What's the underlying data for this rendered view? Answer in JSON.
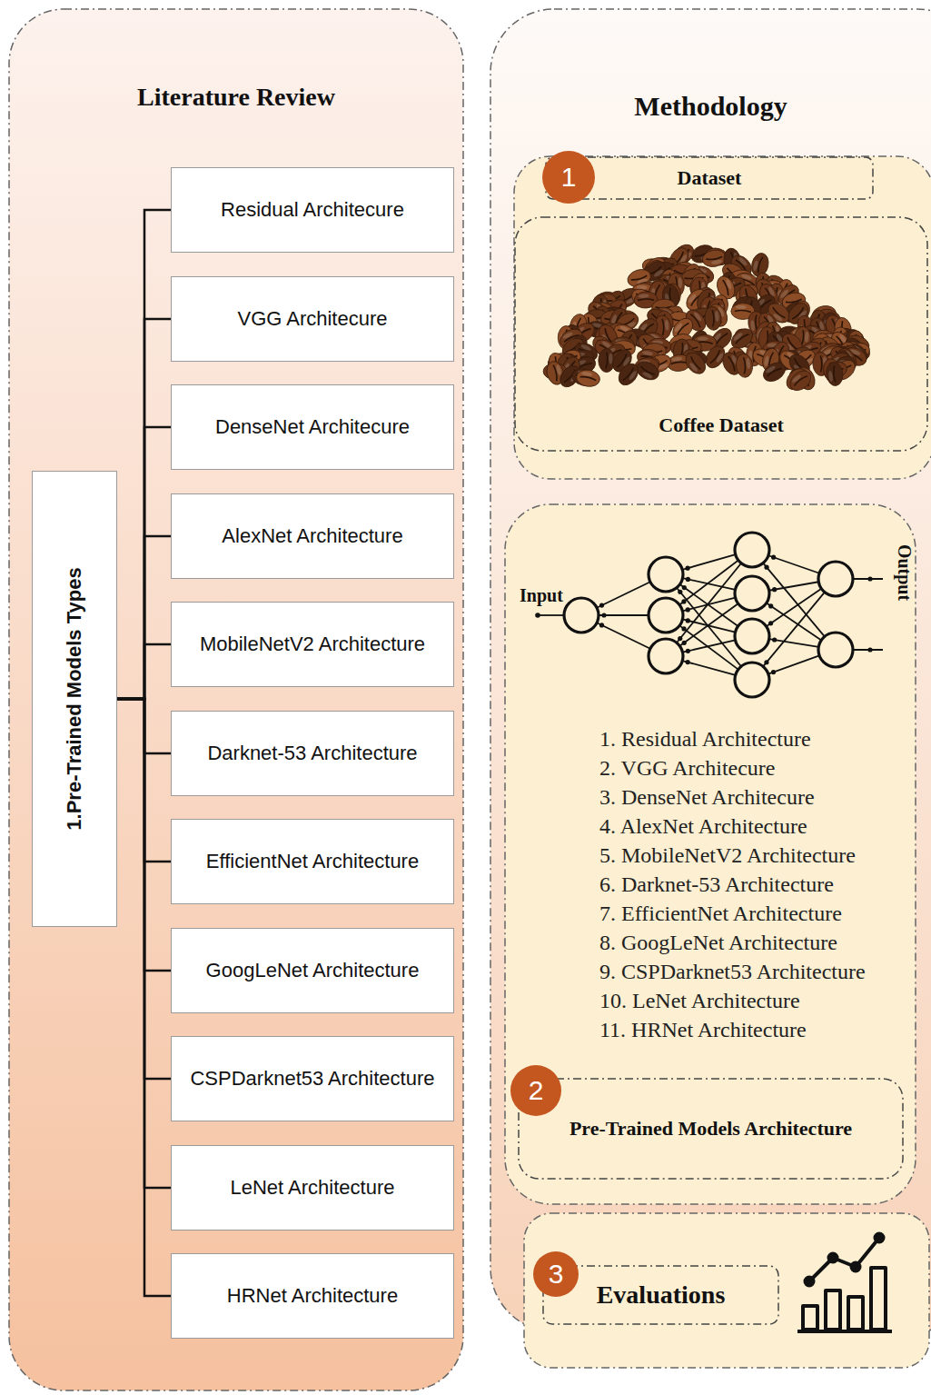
{
  "diagram": {
    "nodes": [
      {
        "text": [
          "Literature Review"
        ]
      },
      {
        "text": [
          "1.Pre-Trained Models Types"
        ],
        "in": 0
      },
      {
        "text": [
          "Residual Architecure"
        ],
        "in": 0
      },
      {
        "text": [
          "VGG Architecure"
        ],
        "in": 0
      },
      {
        "text": [
          "DenseNet Architecure"
        ],
        "in": 0
      },
      {
        "text": [
          "AlexNet Architecture"
        ],
        "in": 0
      },
      {
        "text": [
          "MobileNetV2 Architecture"
        ],
        "in": 0
      },
      {
        "text": [
          "Darknet-53 Architecture"
        ],
        "in": 0
      },
      {
        "text": [
          "EfficientNet Architecture"
        ],
        "in": 0
      },
      {
        "text": [
          "GoogLeNet Architecture"
        ],
        "in": 0
      },
      {
        "text": [
          "CSPDarknet53 Architecture"
        ],
        "in": 0
      },
      {
        "text": [
          "LeNet Architecture"
        ],
        "in": 0
      },
      {
        "text": [
          "HRNet Architecture"
        ],
        "in": 0
      },
      {
        "text": [
          "Methodology"
        ]
      },
      {
        "text": [
          "Dataset"
        ],
        "in": 13
      },
      {
        "text": [
          "Coffee Dataset"
        ],
        "in": 13
      },
      {
        "text": [
          "Pre-Trained Models Architecture"
        ],
        "in": 13
      },
      {
        "text": [
          "Evaluations"
        ],
        "in": 13
      }
    ],
    "edges": [
      {
        "from": 1,
        "to": 2,
        "arrow": "none"
      },
      {
        "from": 1,
        "to": 3,
        "arrow": "none"
      },
      {
        "from": 1,
        "to": 4,
        "arrow": "none"
      },
      {
        "from": 1,
        "to": 5,
        "arrow": "none"
      },
      {
        "from": 1,
        "to": 6,
        "arrow": "none"
      },
      {
        "from": 1,
        "to": 7,
        "arrow": "none"
      },
      {
        "from": 1,
        "to": 8,
        "arrow": "none"
      },
      {
        "from": 1,
        "to": 9,
        "arrow": "none"
      },
      {
        "from": 1,
        "to": 10,
        "arrow": "none"
      },
      {
        "from": 1,
        "to": 11,
        "arrow": "none"
      },
      {
        "from": 1,
        "to": 12,
        "arrow": "none"
      }
    ],
    "labels": [
      "1",
      "Input",
      "Output",
      "1. Residual Architecture",
      "2. VGG Architecure",
      "3. DenseNet Architecure",
      "4. AlexNet Architecture",
      "5. MobileNetV2 Architecture",
      "6. Darknet-53 Architecture",
      "7. EfficientNet Architecture",
      "8. GoogLeNet Architecture",
      "9. CSPDarknet53 Architecture",
      "10. LeNet Architecture",
      "11. HRNet Architecture",
      "2",
      "3"
    ]
  }
}
